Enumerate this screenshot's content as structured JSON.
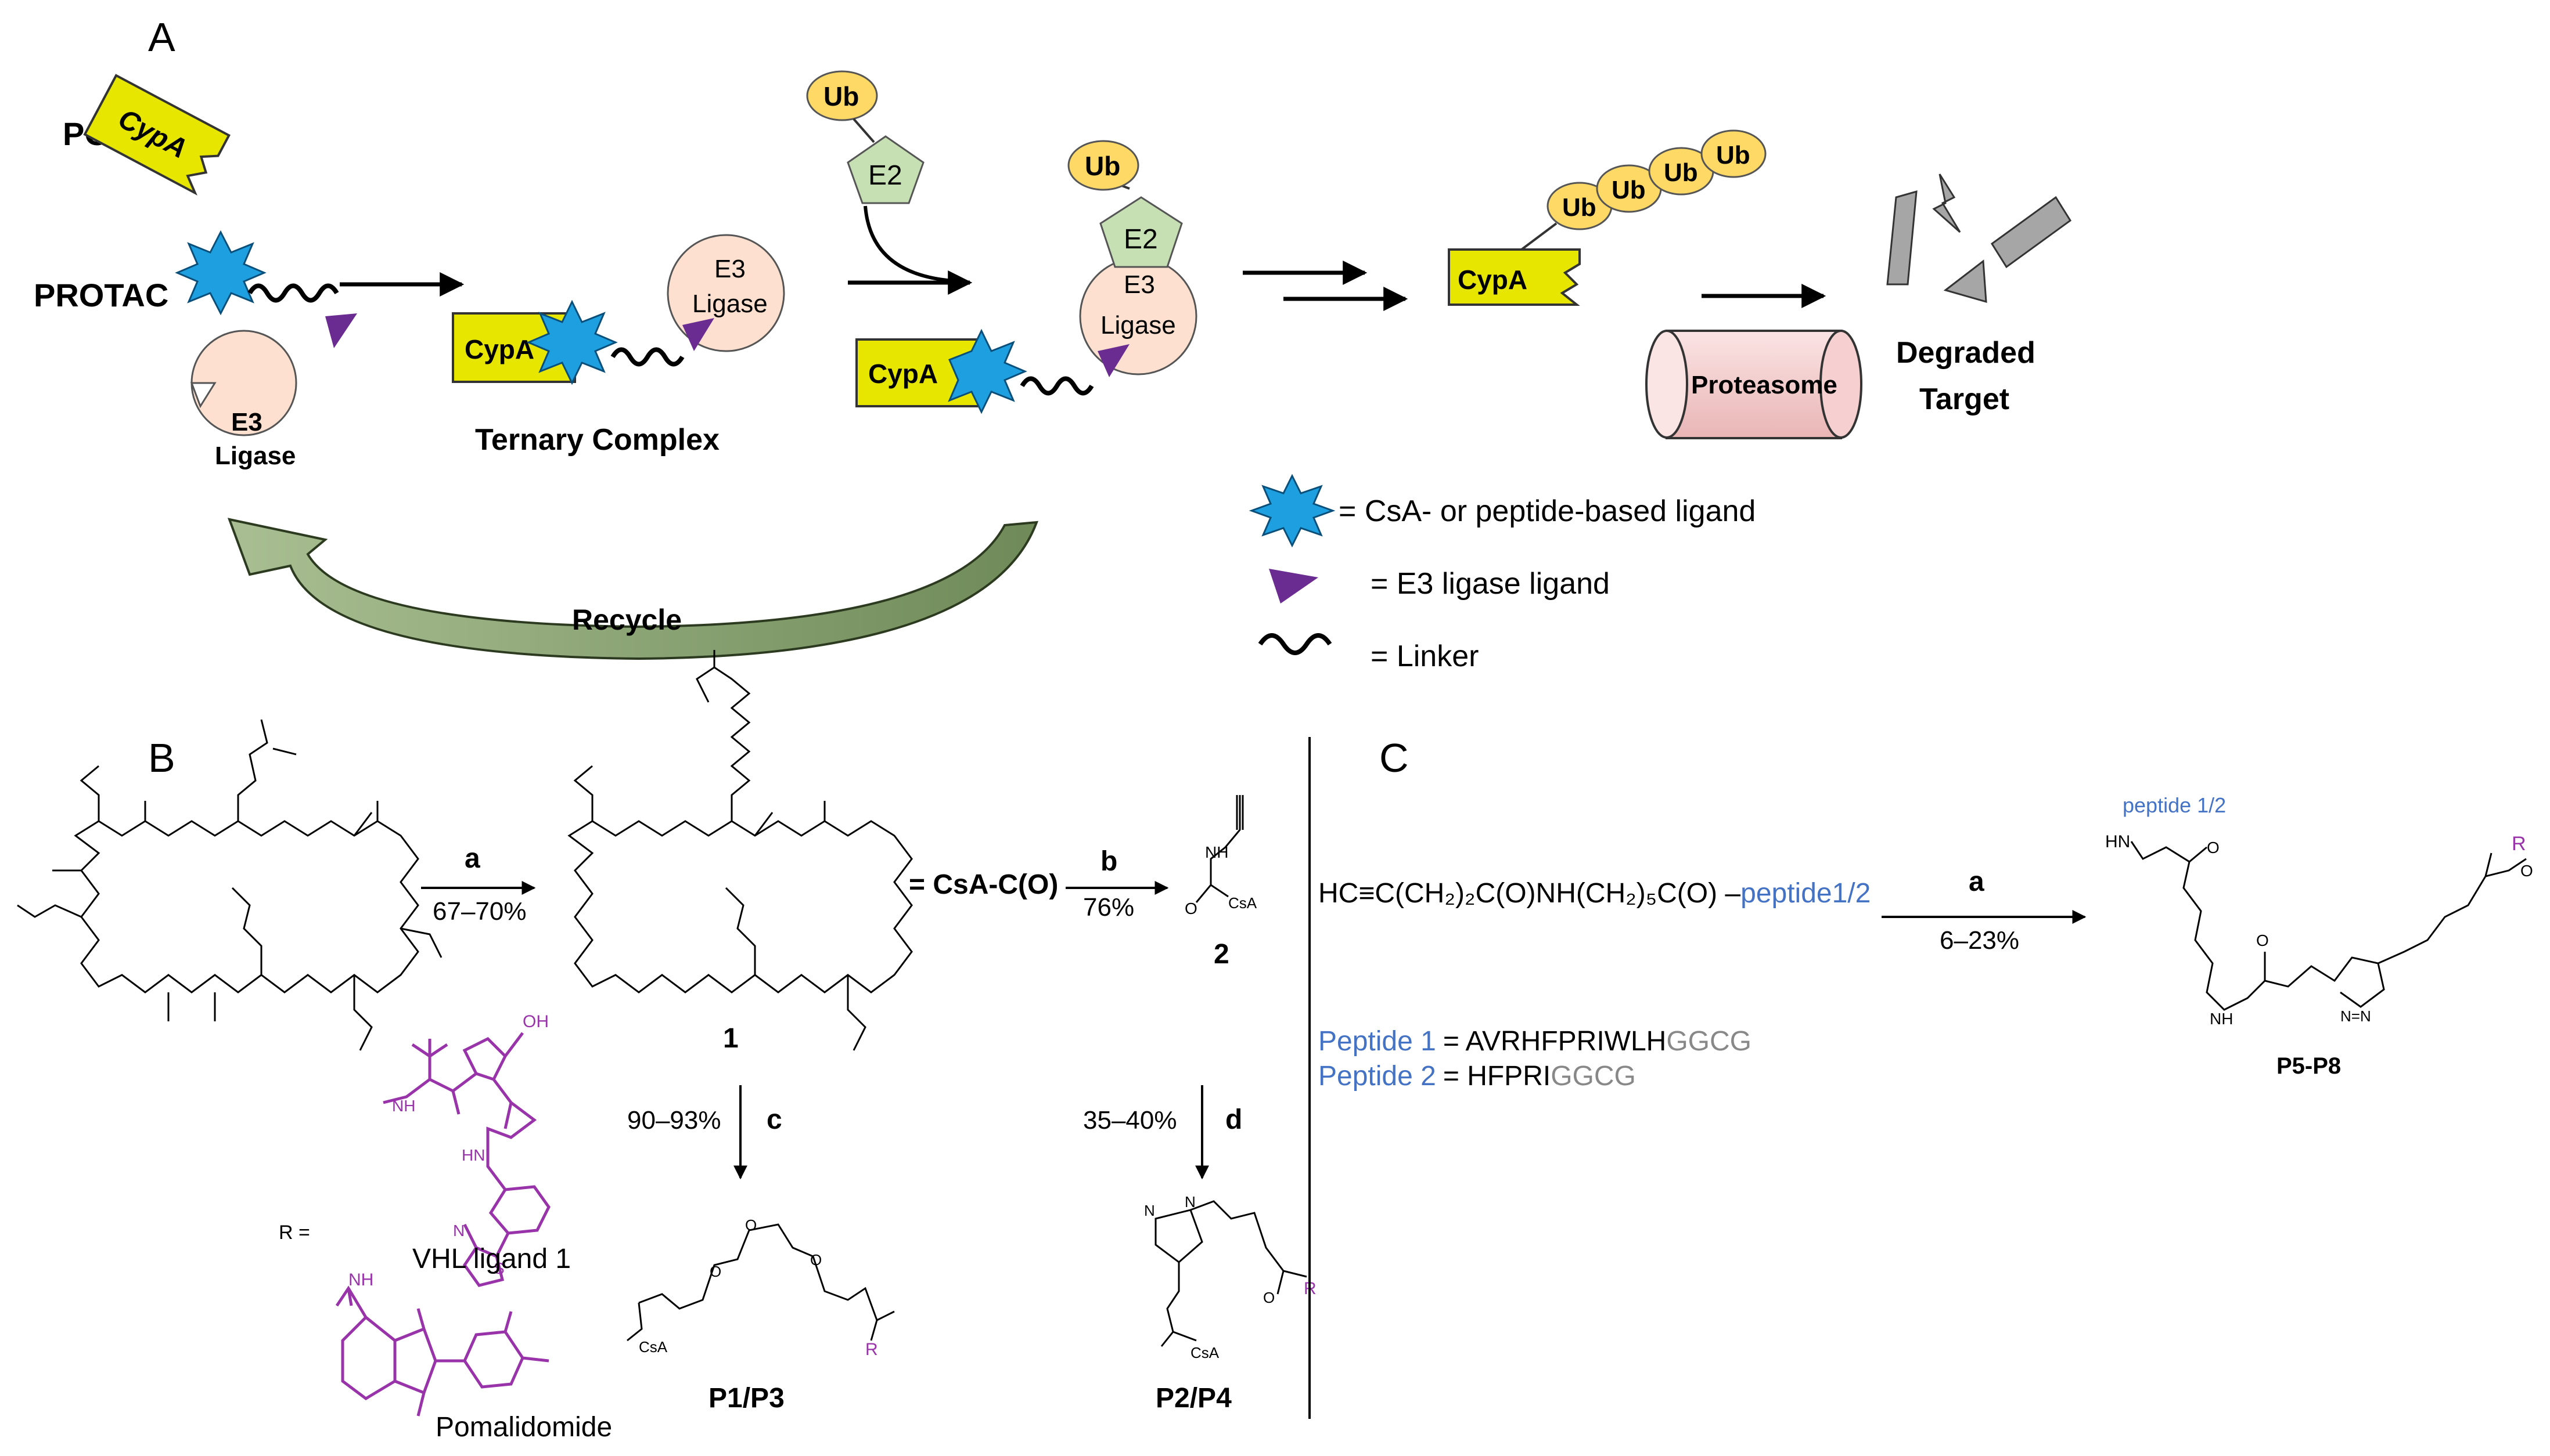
{
  "panel_a": {
    "label": "A",
    "poi_label": "POI",
    "protac_label": "PROTAC",
    "cypa": "CypA",
    "e3_line1": "E3",
    "e3_line2": "Ligase",
    "e2": "E2",
    "ub": "Ub",
    "ternary_complex": "Ternary Complex",
    "proteasome": "Proteasome",
    "degraded_line1": "Degraded",
    "degraded_line2": "Target",
    "recycle": "Recycle",
    "legend": {
      "ligand": "= CsA- or peptide-based ligand",
      "e3_ligand": "= E3 ligase ligand",
      "linker": "= Linker"
    }
  },
  "panel_b": {
    "label": "B",
    "step_a": "a",
    "yield_a": "67–70%",
    "compound_1": "1",
    "csa_co": "= CsA-C(O)",
    "step_b": "b",
    "yield_b": "76%",
    "compound_2": "2",
    "step_c": "c",
    "yield_c": "90–93%",
    "step_d": "d",
    "yield_d": "35–40%",
    "r_eq": "R =",
    "vhl": "VHL ligand 1",
    "pomalidomide": "Pomalidomide",
    "p1p3": "P1/P3",
    "p2p4": "P2/P4",
    "csa": "CsA",
    "atom_r": "R"
  },
  "panel_c": {
    "label": "C",
    "formula_prefix": "HC≡C(CH₂)₂C(O)NH(CH₂)₅C(O) –",
    "formula_peptide": "peptide1/2",
    "step_a": "a",
    "yield_a": "6–23%",
    "peptide1_name": "Peptide 1",
    "peptide1_seq": "= AVRHFPRIWLH",
    "peptide1_tail": "GGCG",
    "peptide2_name": "Peptide 2",
    "peptide2_seq": "= HFPRI",
    "peptide2_tail": "GGCG",
    "product_peptide": "peptide 1/2",
    "product_label": "P5-P8",
    "atom_r": "R"
  },
  "colors": {
    "cypa": "#e6e600",
    "ligand": "#1ea0e0",
    "e3": "#fde0cf",
    "e2": "#c6e0b4",
    "ub": "#ffd966",
    "triangle": "#6a2c91",
    "magenta": "#9933aa",
    "blue": "#4472c4",
    "grey": "#888888",
    "proteasome": "#f6d0d0",
    "recycle": "#90a878"
  }
}
